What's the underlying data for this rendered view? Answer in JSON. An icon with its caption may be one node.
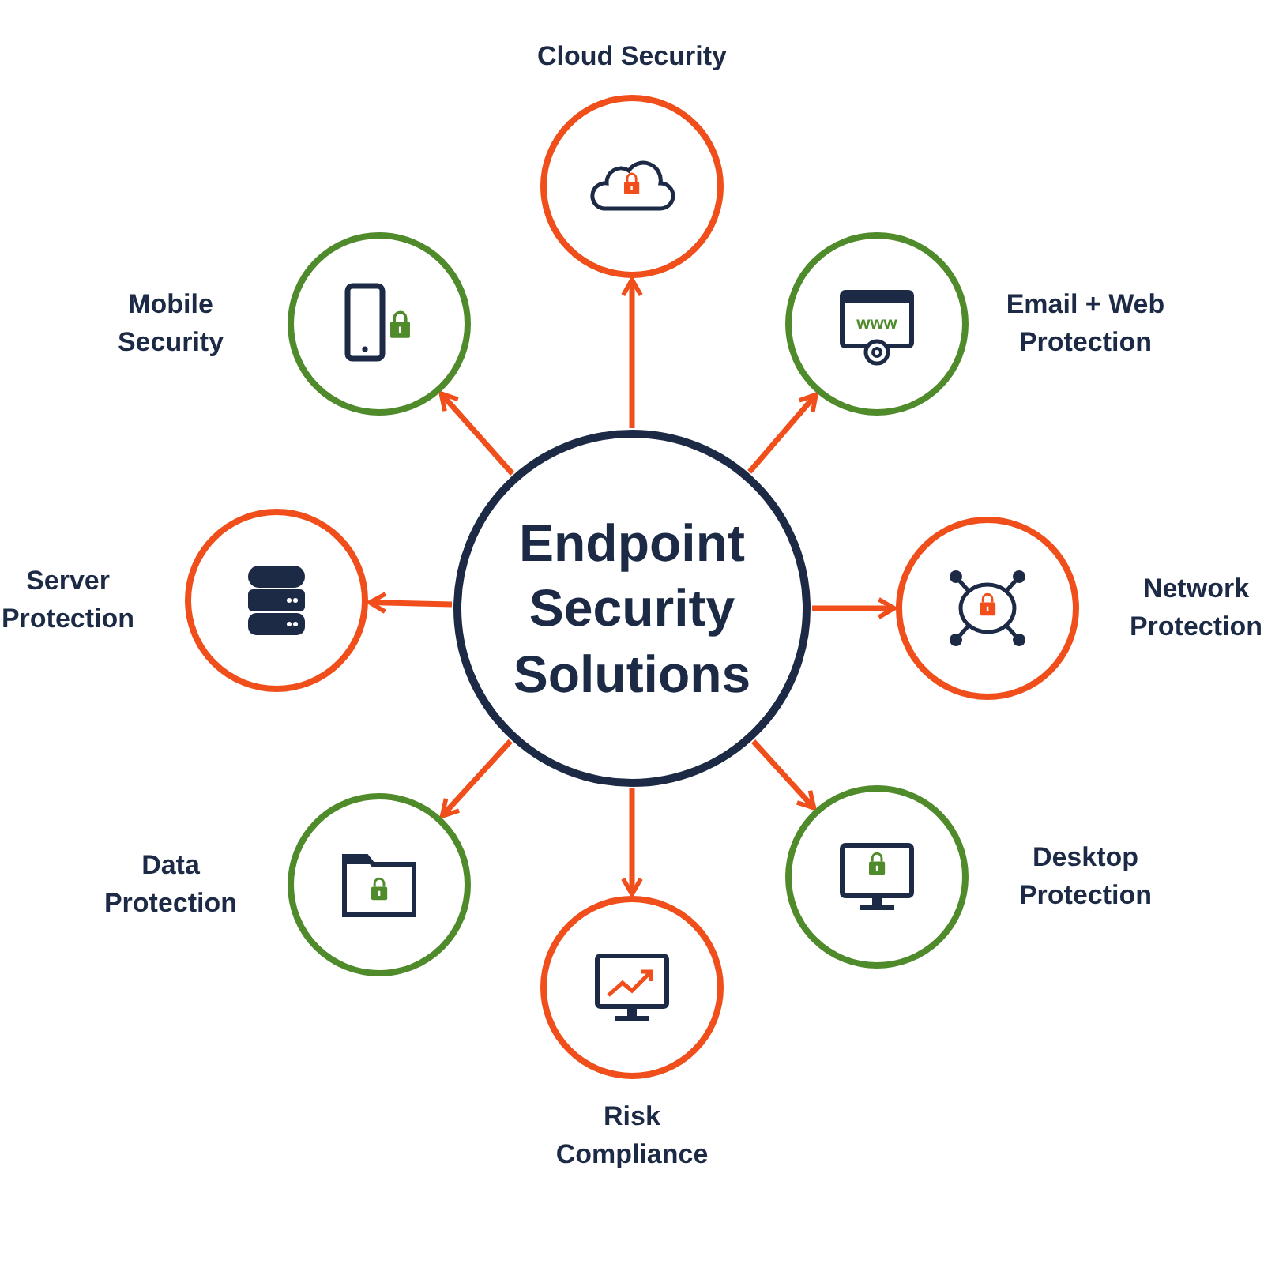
{
  "diagram": {
    "nodes": [
      {
        "text": [
          "Endpoint Security Solutions"
        ]
      },
      {
        "text": [
          "Cloud Security"
        ]
      },
      {
        "text": [
          "Email + Web Protection"
        ]
      },
      {
        "text": [
          "Network Protection"
        ]
      },
      {
        "text": [
          "Desktop Protection"
        ]
      },
      {
        "text": [
          "Risk Compliance"
        ]
      },
      {
        "text": [
          "Data Protection"
        ]
      },
      {
        "text": [
          "Server Protection"
        ]
      },
      {
        "text": [
          "Mobile Security"
        ]
      }
    ],
    "edges": [
      {
        "from": 0,
        "to": 1,
        "arrow": "to"
      },
      {
        "from": 0,
        "to": 2,
        "arrow": "to"
      },
      {
        "from": 0,
        "to": 3,
        "arrow": "to"
      },
      {
        "from": 0,
        "to": 4,
        "arrow": "to"
      },
      {
        "from": 0,
        "to": 5,
        "arrow": "to"
      },
      {
        "from": 0,
        "to": 6,
        "arrow": "to"
      },
      {
        "from": 0,
        "to": 7,
        "arrow": "to"
      },
      {
        "from": 0,
        "to": 8,
        "arrow": "to"
      }
    ],
    "labels": [
      "www"
    ]
  }
}
